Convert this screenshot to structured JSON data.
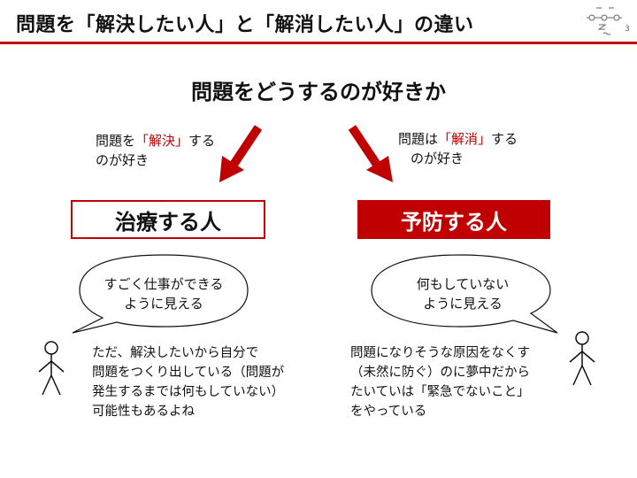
{
  "header": {
    "title": "問題を「解決したい人」と「解消したい人」の違い",
    "logo_number": "3"
  },
  "question": "問題をどうするのが好きか",
  "left": {
    "pref_line1_before": "問題を",
    "pref_line1_highlight": "「解決」",
    "pref_line1_after": "する",
    "pref_line2": "のが好き",
    "label": "治療する人",
    "bubble_line1": "すごく仕事ができる",
    "bubble_line2": "ように見える",
    "desc": [
      "ただ、解決したいから自分で",
      "問題をつくり出している（問題が",
      "発生するまでは何もしていない）",
      "可能性もあるよね"
    ]
  },
  "right": {
    "pref_line1_before": "問題は",
    "pref_line1_highlight": "「解消」",
    "pref_line1_after": "する",
    "pref_line2": "のが好き",
    "label": "予防する人",
    "bubble_line1": "何もしていない",
    "bubble_line2": "ように見える",
    "desc": [
      "問題になりそうな原因をなくす",
      "（未然に防ぐ）のに夢中だから",
      "たいていは「緊急でないこと」",
      "をやっている"
    ]
  },
  "colors": {
    "accent": "#c00000",
    "text": "#111111",
    "background": "#ffffff"
  },
  "icons": {
    "logo": "dots-face-logo-icon",
    "person": "stick-figure-icon",
    "arrow": "red-arrow-icon"
  }
}
